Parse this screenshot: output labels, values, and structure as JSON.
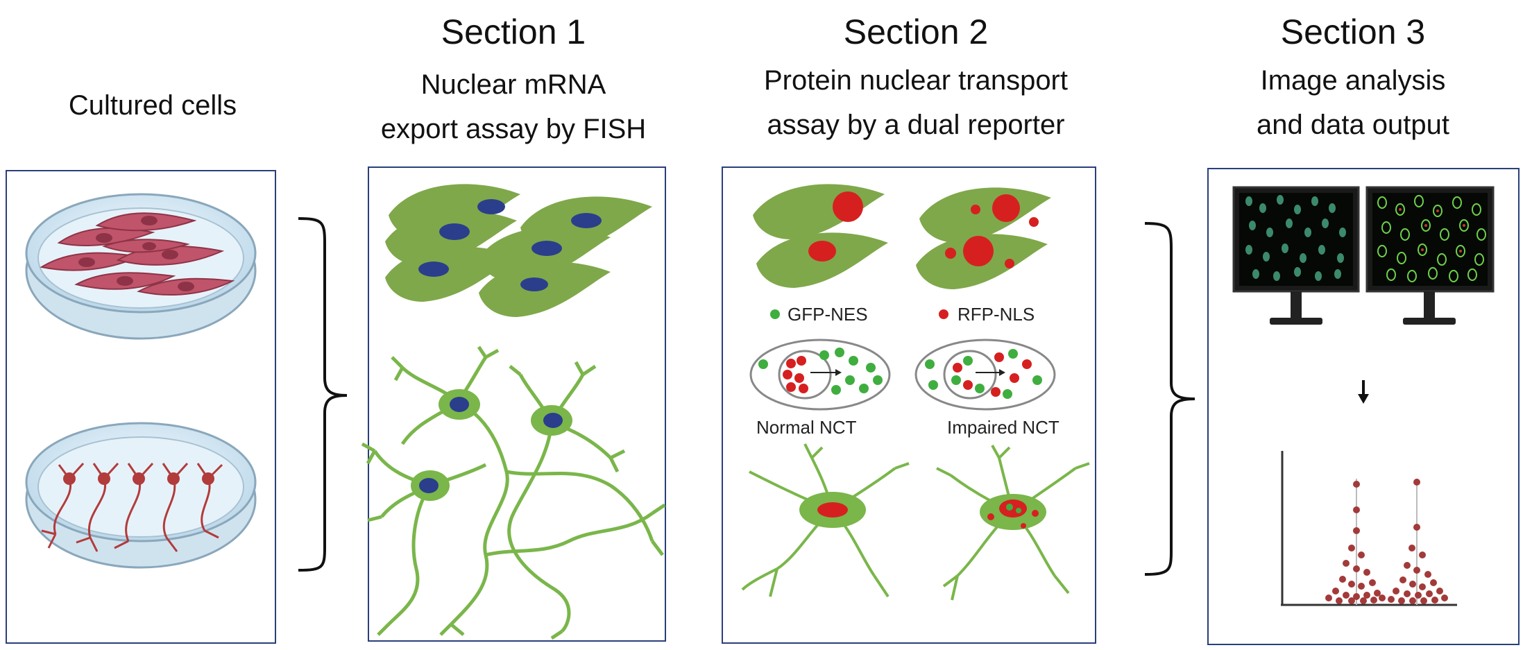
{
  "col0": {
    "label": "Cultured cells"
  },
  "section1": {
    "title": "Section 1",
    "line1": "Nuclear mRNA",
    "line2": "export assay by FISH"
  },
  "section2": {
    "title": "Section 2",
    "line1": "Protein nuclear transport",
    "line2": "assay by a dual reporter",
    "legend_green": "GFP-NES",
    "legend_red": "RFP-NLS",
    "normal": "Normal NCT",
    "impaired": "Impaired NCT"
  },
  "section3": {
    "title": "Section 3",
    "line1": "Image analysis",
    "line2": "and data output"
  },
  "colors": {
    "panel_border": "#2a3f7a",
    "cell_green": "#7fa84a",
    "nucleus_blue": "#2b3e8c",
    "rfp_red": "#d62020",
    "gfp_green": "#3fae3f",
    "culture_pink": "#c0546a"
  }
}
